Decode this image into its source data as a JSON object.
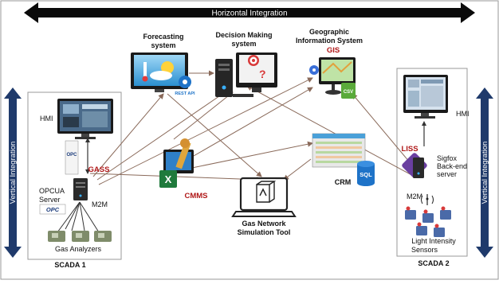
{
  "top_arrow": {
    "label": "Horizontal Integration"
  },
  "left_arrow": {
    "label": "Vertical Integration"
  },
  "right_arrow": {
    "label": "Vertical Integration"
  },
  "scada1": {
    "caption": "SCADA 1",
    "hmi": "HMI",
    "gass": "GASS",
    "opcua_line1": "OPCUA",
    "opcua_line2": "Server",
    "m2m": "M2M",
    "analyzers": "Gas Analyzers",
    "opc_badge": "OPC"
  },
  "scada2": {
    "caption": "SCADA 2",
    "hmi": "HMI",
    "liss": "LISS",
    "sigfox_line1": "Sigfox",
    "sigfox_line2": "Back-end",
    "sigfox_line3": "server",
    "m2m": "M2M",
    "sensors_line1": "Light Intensity",
    "sensors_line2": "Sensors"
  },
  "forecasting": {
    "line1": "Forecasting",
    "line2": "system",
    "api": "REST API"
  },
  "decision": {
    "line1": "Decision Making",
    "line2": "system"
  },
  "gis_system": {
    "line1": "Geographic",
    "line2": "Information System",
    "badge": "GIS",
    "csv": "CSV"
  },
  "cmms": {
    "label": "CMMS",
    "excel": "X"
  },
  "crm": {
    "label": "CRM",
    "sql": "SQL"
  },
  "simulation": {
    "line1": "Gas Network",
    "line2": "Simulation Tool"
  },
  "colors": {
    "arrow_dark": "#0a0a0a",
    "vertical_arrow": "#1f3a6b",
    "accent_red": "#b01818",
    "flow_line": "#8a6a5a"
  }
}
